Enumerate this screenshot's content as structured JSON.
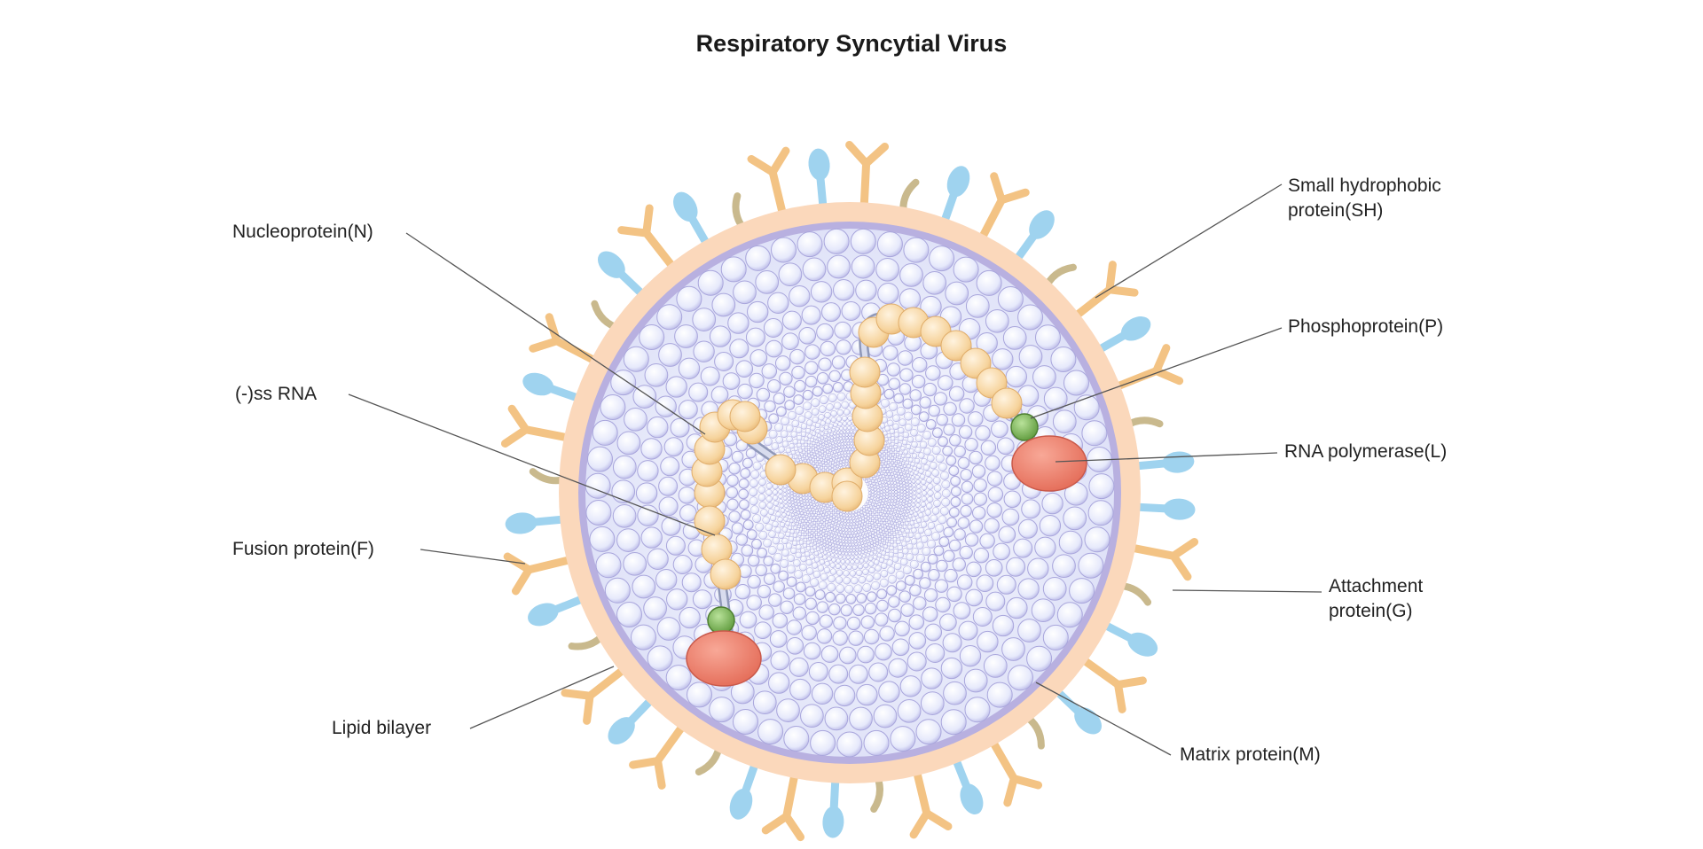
{
  "title": "Respiratory Syncytial Virus",
  "labels": {
    "nucleoprotein": "Nucleoprotein(N)",
    "ss_rna": "(-)ss RNA",
    "fusion_protein": "Fusion protein(F)",
    "lipid_bilayer": "Lipid bilayer",
    "small_hydrophobic_line1": "Small hydrophobic",
    "small_hydrophobic_line2": "protein(SH)",
    "phosphoprotein": "Phosphoprotein(P)",
    "rna_polymerase": "RNA polymerase(L)",
    "attachment_line1": "Attachment",
    "attachment_line2": "protein(G)",
    "matrix_protein": "Matrix protein(M)"
  },
  "colors": {
    "lipid_bilayer": "#fbd6b6",
    "matrix_ring": "#b9b0e0",
    "matrix_bead": "#eef0fc",
    "matrix_bead_edge": "#9d9ad8",
    "nucleoprotein": "#f5d29a",
    "rna_strand": "#c5cce2",
    "phosphoprotein": "#74ad4d",
    "polymerase": "#ea7a67",
    "fusion_protein": "#9fd3ef",
    "attachment_protein": "#f3c384",
    "small_hydrophobic": "#c9b98d",
    "leader_line": "#555555"
  }
}
